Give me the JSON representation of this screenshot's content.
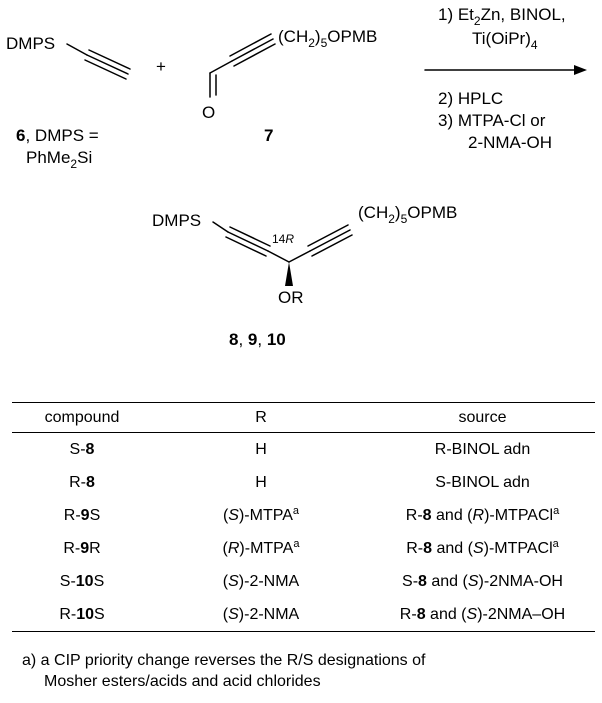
{
  "scheme": {
    "reagent_6": {
      "label": "DMPS",
      "caption_num": "6",
      "caption_rest": ", DMPS =",
      "caption_line2": "PhMe",
      "caption_sub": "2",
      "caption_line2_end": "Si"
    },
    "plus": "+",
    "reagent_7": {
      "chain_pre": "(CH",
      "chain_sub": "2",
      "chain_mid": ")",
      "chain_sub2": "5",
      "chain_post": "OPMB",
      "oxygen": "O",
      "label": "7"
    },
    "conditions": {
      "step1_a": "1) Et",
      "step1_sub": "2",
      "step1_b": "Zn, BINOL,",
      "step1_c": "Ti(OiPr)",
      "step1_sub2": "4",
      "step2": "2) HPLC",
      "step3_a": "3) MTPA-Cl or",
      "step3_b": "2-NMA-OH"
    },
    "product": {
      "left": "DMPS",
      "stereo_num": "14",
      "stereo_letter": "R",
      "chain_pre": "(CH",
      "chain_sub": "2",
      "chain_mid": ")",
      "chain_sub2": "5",
      "chain_post": "OPMB",
      "substituent": "OR",
      "labels": [
        "8",
        "9",
        "10"
      ],
      "sep": ", "
    }
  },
  "table": {
    "headers": [
      "compound",
      "R",
      "source"
    ],
    "rows": [
      {
        "c_pre": "S-",
        "c_num": "8",
        "c_post": "",
        "r_pre": "",
        "r_it": "",
        "r_mid": "H",
        "r_sup": "",
        "s_pre": "R-BINOL adn",
        "s_num": "",
        "s_mid": "",
        "s_it": "",
        "s_post": "",
        "s_sup": ""
      },
      {
        "c_pre": "R-",
        "c_num": "8",
        "c_post": "",
        "r_pre": "",
        "r_it": "",
        "r_mid": "H",
        "r_sup": "",
        "s_pre": "S-BINOL adn",
        "s_num": "",
        "s_mid": "",
        "s_it": "",
        "s_post": "",
        "s_sup": ""
      },
      {
        "c_pre": "R-",
        "c_num": "9",
        "c_post": "S",
        "r_pre": "(",
        "r_it": "S",
        "r_mid": ")-MTPA",
        "r_sup": "a",
        "s_pre": "R-",
        "s_num": "8",
        "s_mid": " and (",
        "s_it": "R",
        "s_post": ")-MTPACl",
        "s_sup": "a"
      },
      {
        "c_pre": "R-",
        "c_num": "9",
        "c_post": "R",
        "r_pre": "(",
        "r_it": "R",
        "r_mid": ")-MTPA",
        "r_sup": "a",
        "s_pre": "R-",
        "s_num": "8",
        "s_mid": " and (",
        "s_it": "S",
        "s_post": ")-MTPACl",
        "s_sup": "a"
      },
      {
        "c_pre": "S-",
        "c_num": "10",
        "c_post": "S",
        "r_pre": "(",
        "r_it": "S",
        "r_mid": ")-2-NMA",
        "r_sup": "",
        "s_pre": "S-",
        "s_num": "8",
        "s_mid": " and (",
        "s_it": "S",
        "s_post": ")-2NMA-OH",
        "s_sup": ""
      },
      {
        "c_pre": "R-",
        "c_num": "10",
        "c_post": "S",
        "r_pre": "(",
        "r_it": "S",
        "r_mid": ")-2-NMA",
        "r_sup": "",
        "s_pre": "R-",
        "s_num": "8",
        "s_mid": " and (",
        "s_it": "S",
        "s_post": ")-2NMA–OH",
        "s_sup": ""
      }
    ]
  },
  "footnote": {
    "line1": "a) a CIP priority change reverses the R/S designations of",
    "line2": "Mosher esters/acids and acid chlorides"
  }
}
